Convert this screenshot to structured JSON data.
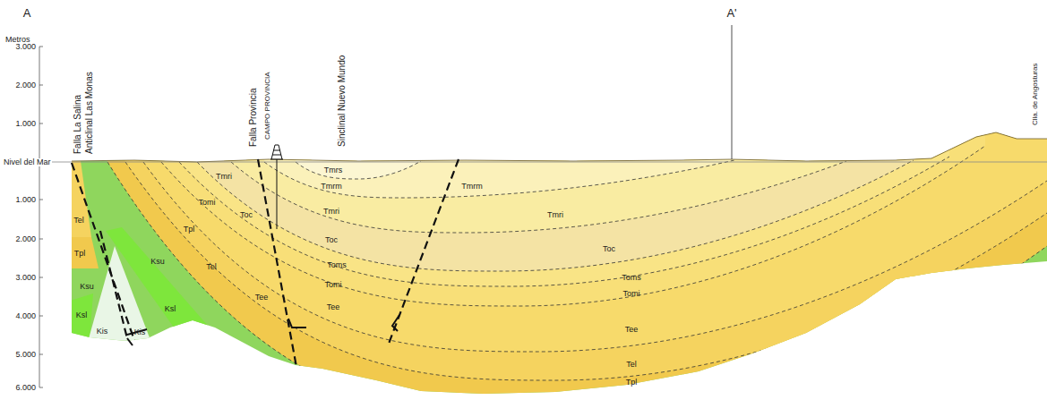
{
  "diagram": {
    "labels": [
      "A",
      "A'",
      "Metros",
      "3.000",
      "2.000",
      "1.000",
      "Nivel del Mar",
      "1.000",
      "2.000",
      "3.000",
      "4.000",
      "5.000",
      "6.000",
      "Falla La Salina",
      "Anticlinal Las Monas",
      "Falla Provincia",
      "CAMPO PROVINCIA",
      "Sinclinal Nuevo Mundo",
      "Clla. de Angosturas",
      "Tel",
      "Tpl",
      "Ksu",
      "Ksl",
      "Kis",
      "Kis",
      "Ksu",
      "Ksl",
      "Tpl",
      "Tel",
      "Tee",
      "Tmri",
      "Tomi",
      "Toc",
      "Tmrs",
      "Tmrm",
      "Tmri",
      "Toc",
      "Toms",
      "Tomi",
      "Tee",
      "Tmrm",
      "Tmri",
      "Toc",
      "Toms",
      "Tomi",
      "Tee",
      "Tel",
      "Tpl"
    ]
  }
}
